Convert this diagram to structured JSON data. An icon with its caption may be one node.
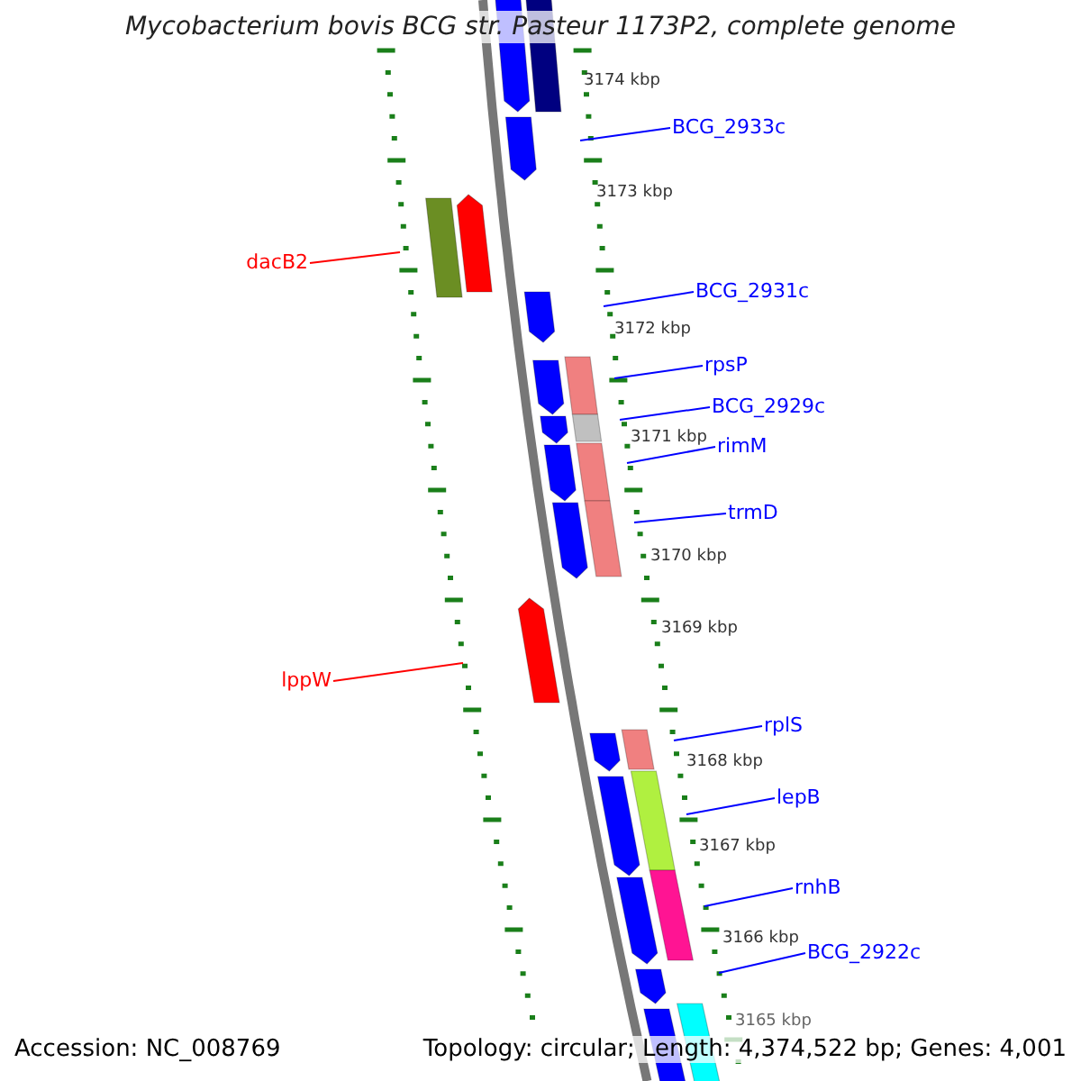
{
  "diagram": {
    "title": "Mycobacterium bovis BCG str. Pasteur 1173P2, complete genome",
    "nodes": [
      {
        "text": [
          "BCG_2933c"
        ]
      },
      {
        "text": [
          "dacB2"
        ]
      },
      {
        "text": [
          "BCG_2931c"
        ]
      },
      {
        "text": [
          "rpsP"
        ]
      },
      {
        "text": [
          "BCG_2929c"
        ]
      },
      {
        "text": [
          "rimM"
        ]
      },
      {
        "text": [
          "trmD"
        ]
      },
      {
        "text": [
          "lppW"
        ]
      },
      {
        "text": [
          "rplS"
        ]
      },
      {
        "text": [
          "lepB"
        ]
      },
      {
        "text": [
          "rnhB"
        ]
      },
      {
        "text": [
          "BCG_2922c"
        ]
      }
    ],
    "edges": [
      {
        "from": 0,
        "to": null,
        "arrow": "none"
      },
      {
        "from": 1,
        "to": null,
        "arrow": "none",
        "color": "#ff0000"
      },
      {
        "from": 2,
        "to": null,
        "arrow": "none"
      },
      {
        "from": 3,
        "to": null,
        "arrow": "none"
      },
      {
        "from": 4,
        "to": null,
        "arrow": "none"
      },
      {
        "from": 5,
        "to": null,
        "arrow": "none"
      },
      {
        "from": 6,
        "to": null,
        "arrow": "none"
      },
      {
        "from": 7,
        "to": null,
        "arrow": "none",
        "color": "#ff0000"
      },
      {
        "from": 8,
        "to": null,
        "arrow": "none"
      },
      {
        "from": 9,
        "to": null,
        "arrow": "none"
      },
      {
        "from": 10,
        "to": null,
        "arrow": "none"
      },
      {
        "from": 11,
        "to": null,
        "arrow": "none"
      }
    ],
    "labels": [
      "3174 kbp",
      "3173 kbp",
      "3172 kbp",
      "3171 kbp",
      "3170 kbp",
      "3169 kbp",
      "3168 kbp",
      "3167 kbp",
      "3166 kbp",
      "3165 kbp",
      "Accession: NC_008769",
      "Topology: circular; Length: 4,374,522 bp; Genes: 4,001"
    ]
  }
}
